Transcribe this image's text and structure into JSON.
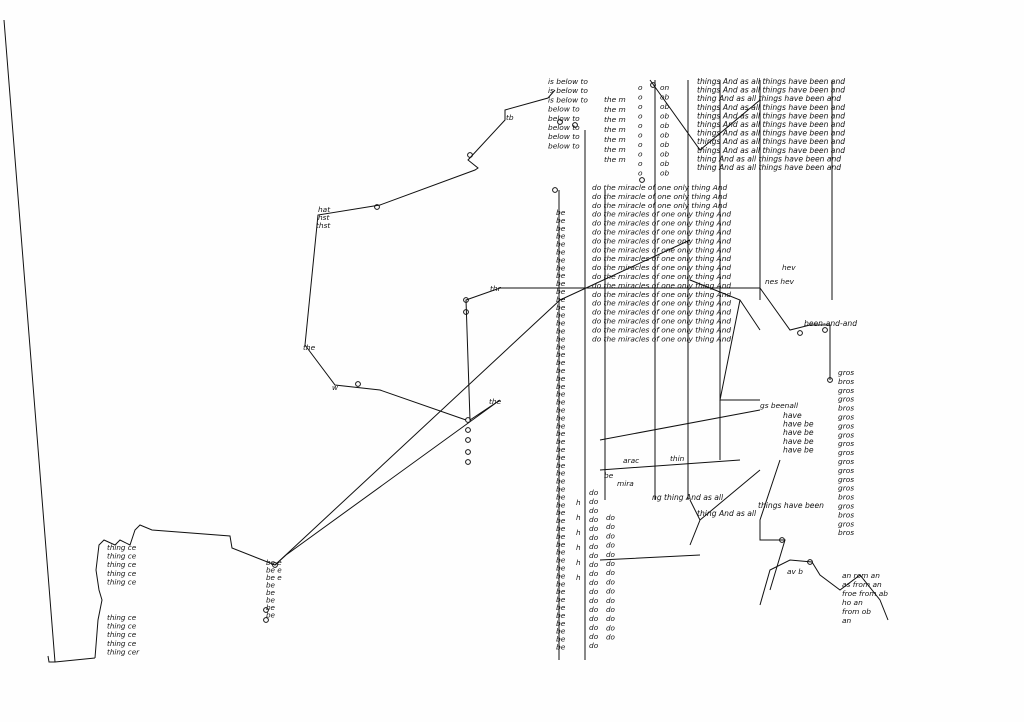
{
  "artwork": {
    "colors": {
      "paper": "#fefefe",
      "ink": "#111111"
    },
    "text_columns": [
      {
        "name": "top-phrase",
        "lines": [
          "things And as all things have been and",
          "things And as all things have been and",
          "thing And as all things have been and",
          "things And as all things have been and",
          "things And as all things have been and",
          "things And as all things have been and",
          "things And as all things have been and",
          "things And as all things have been and",
          "things And as all things have been and",
          "thing And as all things have been and",
          "thing And as all things have been and"
        ]
      },
      {
        "name": "miracle-phrase",
        "lines": [
          "do the miracle of one only thing And",
          "do the miracle of one only thing And",
          "do the miracle of one only thing And",
          "do the miracles of one only thing And",
          "do the miracles of one only thing And",
          "do the miracles of one only thing And",
          "do the miracles of one only thing And",
          "do the miracles of one only thing And",
          "do the miracles of one only thing And",
          "do the miracles of one only thing And",
          "do the miracles of one only thing And",
          "do the miracles of one only thing And",
          "do the miracles of one only thing And",
          "do the miracles of one only thing And",
          "do the miracles of one only thing And",
          "do the miracles of one only thing And",
          "do the miracles of one only thing And",
          "do the miracles of one only thing And"
        ]
      },
      {
        "name": "below-to",
        "lines": [
          "is below to",
          "is below to",
          "is below to",
          "below to",
          "below to",
          "below to",
          "below to",
          "below to"
        ]
      },
      {
        "name": "be-column",
        "lines": [
          "be",
          "be",
          "be",
          "be",
          "be",
          "be",
          "be",
          "be",
          "be",
          "be",
          "be",
          "be",
          "be",
          "be",
          "be",
          "be",
          "be",
          "be",
          "be",
          "be",
          "be",
          "be",
          "be",
          "be",
          "be",
          "be",
          "be",
          "be",
          "be",
          "be",
          "be",
          "be",
          "be",
          "be",
          "be",
          "be",
          "be",
          "be",
          "be",
          "be",
          "be",
          "be",
          "be",
          "be",
          "be",
          "be",
          "be",
          "be",
          "be",
          "be",
          "be",
          "be",
          "be",
          "be",
          "be",
          "be"
        ]
      },
      {
        "name": "do-column",
        "lines": [
          "do",
          "do",
          "do",
          "do",
          "do",
          "do",
          "do",
          "do",
          "do",
          "do",
          "do",
          "do",
          "do",
          "do",
          "do",
          "do",
          "do",
          "do"
        ]
      },
      {
        "name": "the-column",
        "lines": [
          "the m",
          "the m",
          "the m",
          "the m",
          "the m",
          "the m",
          "the m"
        ]
      },
      {
        "name": "o-column",
        "lines": [
          "o",
          "o",
          "o",
          "o",
          "o",
          "o",
          "o",
          "o",
          "o",
          "o"
        ]
      },
      {
        "name": "ob-column",
        "lines": [
          "on",
          "ob",
          "ob",
          "ob",
          "ob",
          "ob",
          "ob",
          "ob",
          "ob",
          "ob"
        ]
      },
      {
        "name": "have-been",
        "lines": [
          "have",
          "have be",
          "have be",
          "have be",
          "have be"
        ]
      },
      {
        "name": "gros-column",
        "lines": [
          "gros",
          "bros",
          "gros",
          "gros",
          "bros",
          "gros",
          "gros",
          "gros",
          "gros",
          "gros",
          "gros",
          "gros",
          "gros",
          "gros",
          "bros",
          "gros",
          "bros",
          "gros",
          "bros"
        ]
      },
      {
        "name": "from-an",
        "lines": [
          "an   rom an",
          "as from an",
          "froe from ab",
          "ho an",
          "from ob",
          "an"
        ]
      },
      {
        "name": "thing-ce-top",
        "lines": [
          "thing ce",
          "thing ce",
          "thing ce",
          "thing ce",
          "thing ce"
        ]
      },
      {
        "name": "thing-ce-bottom",
        "lines": [
          "thing ce",
          "thing ce",
          "thing ce",
          "thing ce",
          "thing cer"
        ]
      },
      {
        "name": "be-small",
        "lines": [
          "be e",
          "be e",
          "be e",
          "be",
          "be",
          "be",
          "be",
          "be"
        ]
      },
      {
        "name": "do-small",
        "lines": [
          "do",
          "do",
          "do",
          "do",
          "do",
          "do",
          "do",
          "do",
          "do",
          "do",
          "do",
          "do",
          "do",
          "do"
        ]
      },
      {
        "name": "h-small",
        "lines": [
          "h",
          "h",
          "h",
          "h",
          "h",
          "h"
        ]
      }
    ],
    "labels": [
      {
        "name": "been-and-and",
        "text": "been-and-and"
      },
      {
        "name": "as-hev",
        "text": "nes hev"
      },
      {
        "name": "hev-words",
        "text": "hev"
      },
      {
        "name": "gs-been",
        "text": "gs beenall"
      },
      {
        "name": "thing-and-as-all-1",
        "text": "ng thing And as all"
      },
      {
        "name": "things-have-been",
        "text": "things have been"
      },
      {
        "name": "thing-and-as-all-2",
        "text": "thing And as all"
      },
      {
        "name": "av-b",
        "text": "av b"
      },
      {
        "name": "hat",
        "text": "hat"
      },
      {
        "name": "hst",
        "text": "hst"
      },
      {
        "name": "thst",
        "text": "thst"
      },
      {
        "name": "the",
        "text": "the"
      },
      {
        "name": "w",
        "text": "w"
      },
      {
        "name": "tb",
        "text": "tb"
      },
      {
        "name": "thr",
        "text": "thr"
      },
      {
        "name": "mira",
        "text": "mira"
      },
      {
        "name": "be-mi",
        "text": "be"
      },
      {
        "name": "arac",
        "text": "arac"
      },
      {
        "name": "thin",
        "text": "thin"
      },
      {
        "name": "tbe",
        "text": "the"
      }
    ]
  }
}
